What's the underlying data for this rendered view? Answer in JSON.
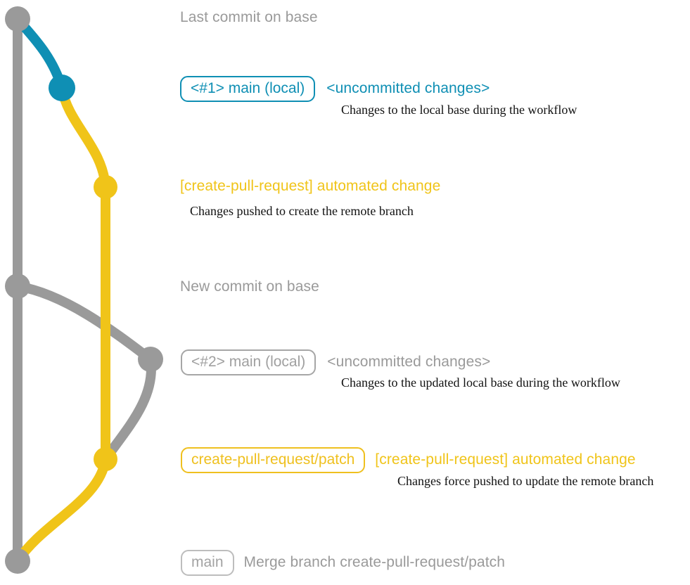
{
  "diagram": {
    "title": "git branch graph for create-pull-request workflow",
    "colors": {
      "base": "#9a9a9a",
      "local": "#0f8fb4",
      "patch": "#f0c419",
      "background": "#ffffff",
      "description_text": "#111111"
    }
  },
  "commits": [
    {
      "id": "base-last",
      "node_color": "base",
      "pill": null,
      "subject": "Last commit on base",
      "subject_color": "plain",
      "description": null
    },
    {
      "id": "local-1",
      "node_color": "local",
      "pill": "<#1> main (local)",
      "pill_color": "blue",
      "subject": "<uncommitted changes>",
      "subject_color": "blue",
      "description": "Changes to the local base during the workflow"
    },
    {
      "id": "patch-1",
      "node_color": "patch",
      "pill": null,
      "subject": "[create-pull-request] automated change",
      "subject_color": "yellow",
      "description": "Changes pushed to create the remote branch"
    },
    {
      "id": "base-new",
      "node_color": "base",
      "pill": null,
      "subject": "New commit on base",
      "subject_color": "plain",
      "description": null
    },
    {
      "id": "local-2",
      "node_color": "base",
      "pill": "<#2> main (local)",
      "pill_color": "gray",
      "subject": "<uncommitted changes>",
      "subject_color": "gray",
      "description": "Changes to the updated local base during the workflow"
    },
    {
      "id": "patch-2",
      "node_color": "patch",
      "pill": "create-pull-request/patch",
      "pill_color": "yellow",
      "subject": "[create-pull-request] automated change",
      "subject_color": "yellow",
      "description": "Changes force pushed to update the remote branch"
    },
    {
      "id": "merge",
      "node_color": "base",
      "pill": "main",
      "pill_color": "light",
      "subject": "Merge branch create-pull-request/patch",
      "subject_color": "plain",
      "description": null
    }
  ]
}
